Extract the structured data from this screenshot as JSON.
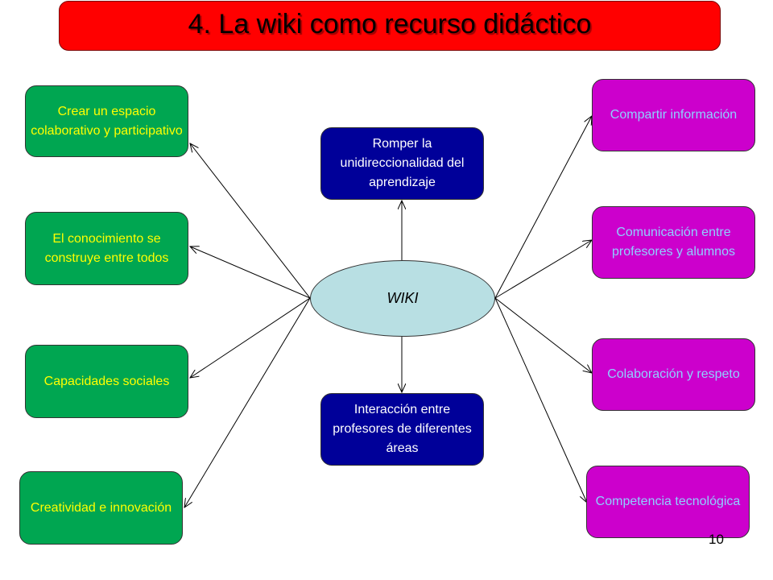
{
  "title": "4. La wiki como recurso didáctico",
  "center": "WIKI",
  "left_boxes": [
    "Crear un espacio colaborativo y participativo",
    "El conocimiento se construye entre todos",
    "Capacidades sociales",
    "Creatividad e innovación"
  ],
  "center_boxes": {
    "top": "Romper la unidireccionalidad del aprendizaje",
    "bottom": "Interacción entre profesores de diferentes áreas"
  },
  "right_boxes": [
    "Compartir información",
    "Comunicación entre profesores y alumnos",
    "Colaboración y respeto",
    "Competencia tecnológica"
  ],
  "page_number": "10",
  "colors": {
    "title_bg": "#ff0000",
    "left_bg": "#00a651",
    "left_text": "#ffff00",
    "center_bg": "#000099",
    "center_text": "#ffffff",
    "right_bg": "#cc00cc",
    "right_text": "#8fd0ff",
    "wiki_bg": "#b8dfe3"
  }
}
